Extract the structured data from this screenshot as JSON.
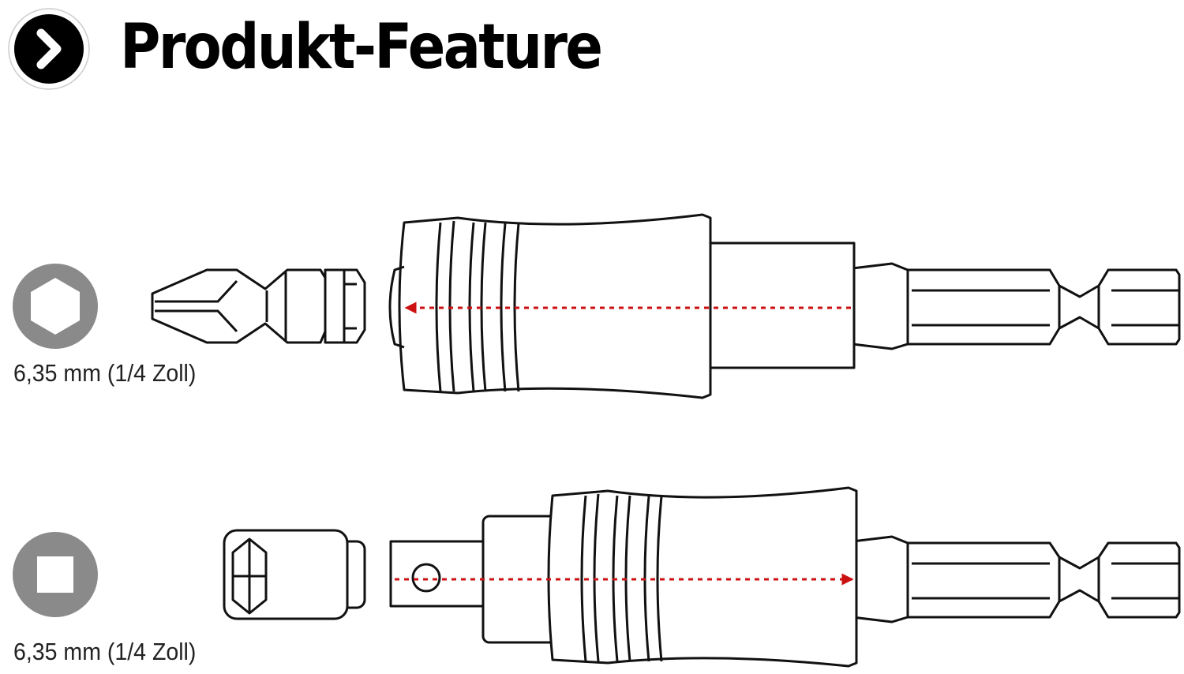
{
  "header": {
    "title": "Produkt-Feature",
    "icon": "chevron-right-icon",
    "icon_color": "#000000"
  },
  "rows": [
    {
      "size_label": "6,35 mm (1/4 Zoll)",
      "profile_icon": "hexagon-profile-icon",
      "insert": "phillips-screwdriver-bit",
      "arrow_direction": "left"
    },
    {
      "size_label": "6,35 mm (1/4 Zoll)",
      "profile_icon": "square-profile-icon",
      "insert": "socket-nut",
      "arrow_direction": "right"
    }
  ],
  "colors": {
    "profile_badge": "#8a8a8a",
    "arrow": "#cc1111",
    "outline": "#111111"
  }
}
